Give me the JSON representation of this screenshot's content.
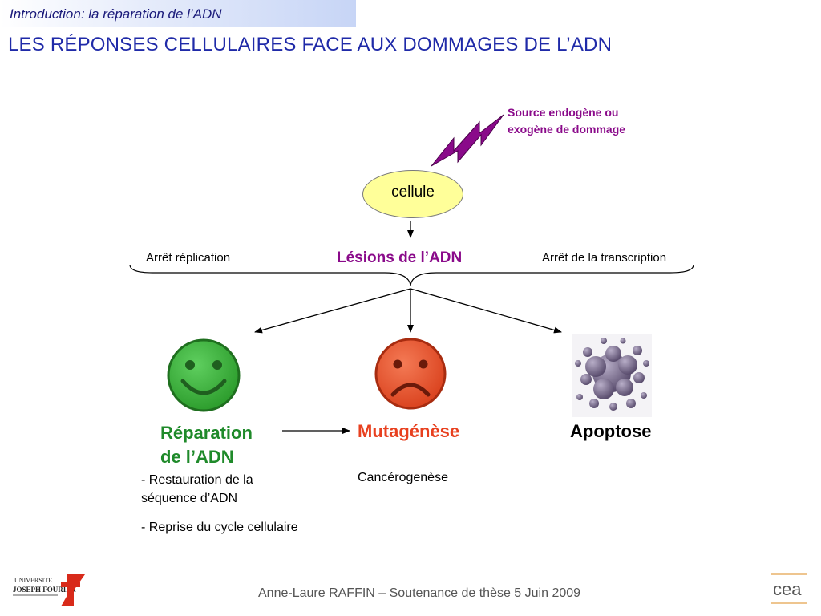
{
  "header": {
    "section": "Introduction: la réparation de l’ADN",
    "title": "LES RÉPONSES CELLULAIRES FACE AUX DOMMAGES DE L’ADN"
  },
  "diagram": {
    "damage_source_line1": "Source endogène ou",
    "damage_source_line2": "exogène de dommage",
    "cell": "cellule",
    "lesions": "Lésions de l’ADN",
    "arret_replication": "Arrêt réplication",
    "arret_transcription": "Arrêt de la transcription",
    "reparation_line1": "Réparation",
    "reparation_line2": "de l’ADN",
    "mutagenese": "Mutagénèse",
    "apoptose": "Apoptose",
    "reparation_bullets": [
      "- Restauration de la séquence d’ADN",
      "- Reprise du cycle cellulaire"
    ],
    "cancerogenese": "Cancérogenèse"
  },
  "footer": {
    "text": "Anne-Laure RAFFIN – Soutenance de thèse 5 Juin 2009",
    "logo_left": "UNIVERSITÉ JOSEPH FOURIER",
    "logo_right": "cea"
  },
  "colors": {
    "title_blue": "#1f2aa8",
    "purple": "#8a0a8a",
    "green": "#1f8a2a",
    "orange_red": "#e8401f",
    "cell_fill": "#ffff99"
  },
  "icons": [
    "lightning-bolt-icon",
    "happy-face-icon",
    "sad-face-icon"
  ]
}
